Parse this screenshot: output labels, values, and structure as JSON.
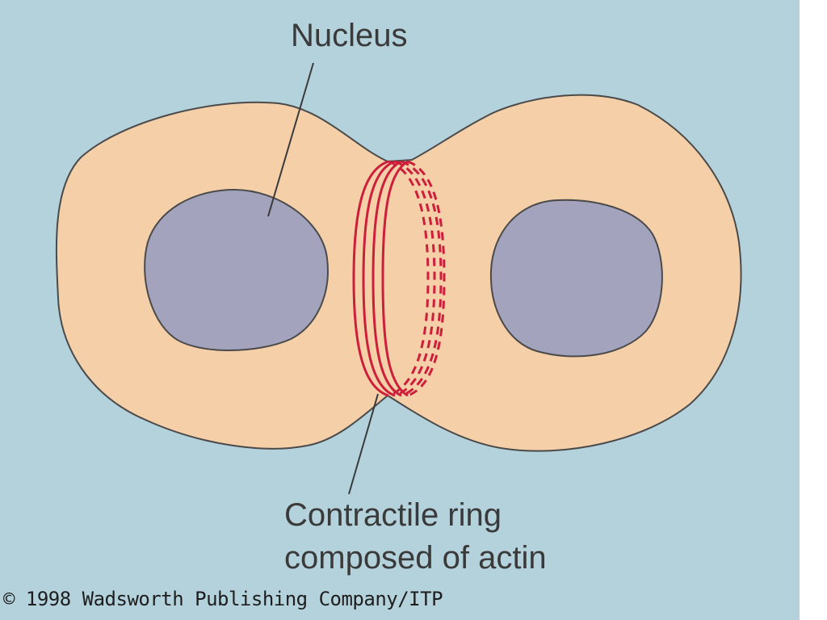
{
  "labels": {
    "nucleus": "Nucleus",
    "ring_line1": "Contractile ring",
    "ring_line2": "composed of actin"
  },
  "copyright": "© 1998 Wadsworth Publishing Company/ITP",
  "colors": {
    "background": "#b4d2dc",
    "cytoplasm": "#f5cfa8",
    "nucleus": "#a3a3bd",
    "outline": "#4a4a4a",
    "actin_ring": "#cc1f3b"
  }
}
